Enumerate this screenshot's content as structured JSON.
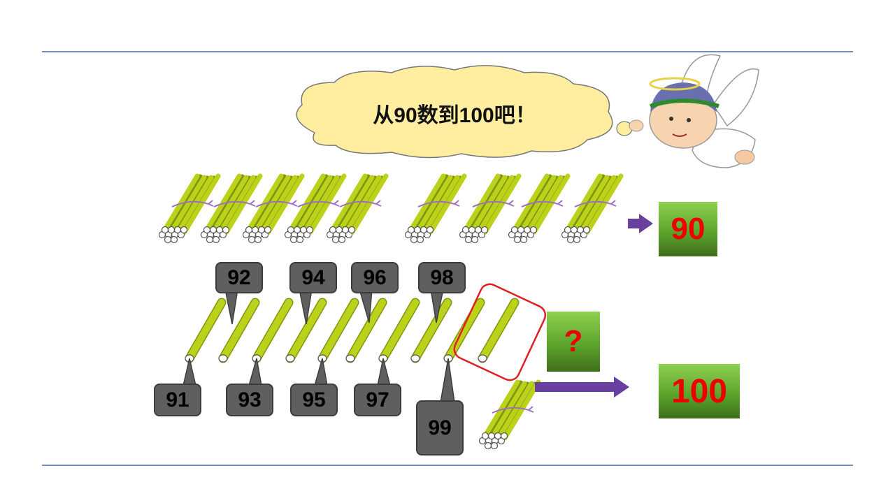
{
  "bubble": {
    "text": "从90数到100吧！"
  },
  "results": {
    "ninety": "90",
    "question": "?",
    "hundred": "100"
  },
  "labels_top": [
    "92",
    "94",
    "96",
    "98"
  ],
  "labels_bottom": [
    "91",
    "93",
    "95",
    "97",
    "99"
  ],
  "colors": {
    "stick": "#bcd21a",
    "stick_dark": "#7f9410",
    "arrow": "#6b3fa0",
    "highlight": "#e02020",
    "rule": "#6f8fc4",
    "label_bg": "#5f5f5f",
    "cloud": "#ffeea0"
  },
  "icons": [
    "angel-character",
    "bundle-of-ten-sticks",
    "single-stick",
    "right-arrow-icon",
    "cloud-speech-bubble"
  ]
}
